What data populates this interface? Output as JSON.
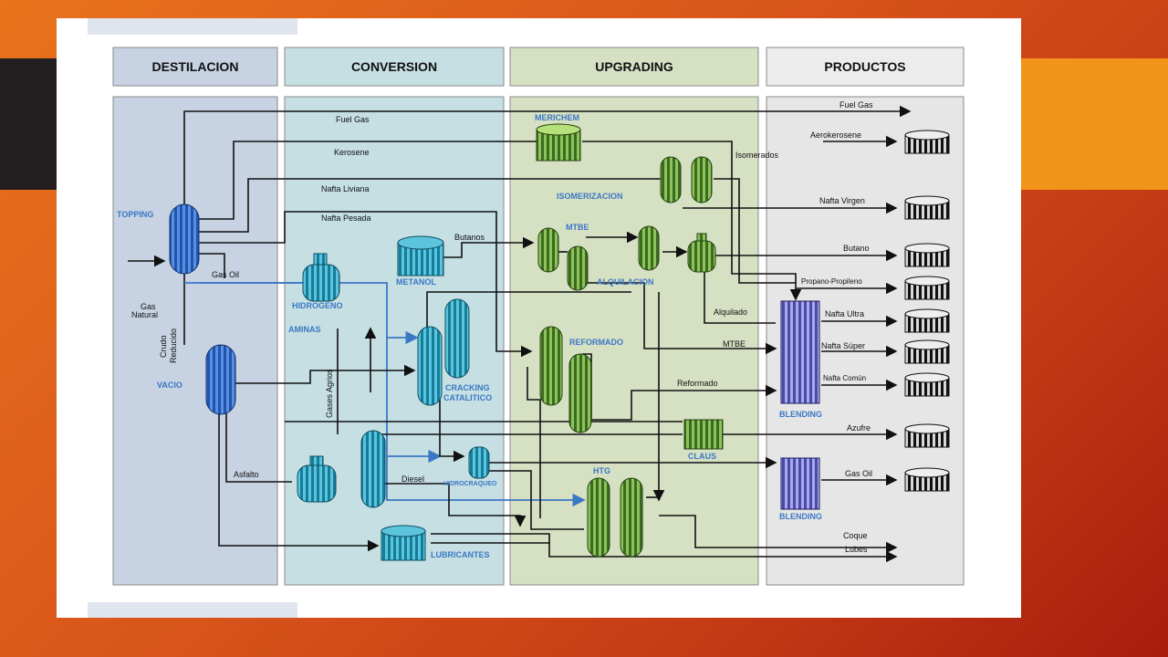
{
  "sections": {
    "destilacion": "DESTILACION",
    "conversion": "CONVERSION",
    "upgrading": "UPGRADING",
    "productos": "PRODUCTOS"
  },
  "units": {
    "topping": "TOPPING",
    "vacio": "VACIO",
    "hidrogeno": "HIDROGENO",
    "aminas": "AMINAS",
    "metanol": "METANOL",
    "cracking_1": "CRACKING",
    "cracking_2": "CATALITICO",
    "hidrocraqueo": "HIDROCRAQUEO",
    "lubricantes": "LUBRICANTES",
    "merichem": "MERICHEM",
    "isomerizacion": "ISOMERIZACION",
    "mtbe": "MTBE",
    "alquilacion": "ALQUILACION",
    "reformado": "REFORMADO",
    "claus": "CLAUS",
    "htg": "HTG",
    "blending_1": "BLENDING",
    "blending_2": "BLENDING"
  },
  "streams": {
    "fuel_gas": "Fuel Gas",
    "kerosene": "Kerosene",
    "nafta_liviana": "Nafta Liviana",
    "nafta_pesada": "Nafta Pesada",
    "gas_oil": "Gas Oil",
    "gas": "Gas",
    "natural": "Natural",
    "crudo": "Crudo",
    "reducido": "Reducido",
    "butanos": "Butanos",
    "gases_agrios": "Gases Agrios",
    "asfalto": "Asfalto",
    "diesel": "Diesel",
    "isomerados": "Isomerados",
    "alquilado": "Alquilado",
    "mtbe_stream": "MTBE",
    "reformado_stream": "Reformado"
  },
  "products": {
    "fuel_gas": "Fuel Gas",
    "aerokerosene": "Aerokerosene",
    "nafta_virgen": "Nafta Virgen",
    "butano": "Butano",
    "propano": "Propano-Propileno",
    "nafta_ultra": "Nafta Ultra",
    "nafta_super": "Nafta Súper",
    "nafta_comun": "Nafta Común",
    "azufre": "Azufre",
    "gas_oil": "Gas Oil",
    "coque": "Coque",
    "lubes": "Lubes"
  },
  "colors": {
    "dest_bg": "#c7d2e2",
    "conv_bg": "#c5dfe3",
    "upg_bg": "#d6e0c3",
    "prod_bg": "#e6e6e6",
    "label_blue": "#3b78c4"
  }
}
